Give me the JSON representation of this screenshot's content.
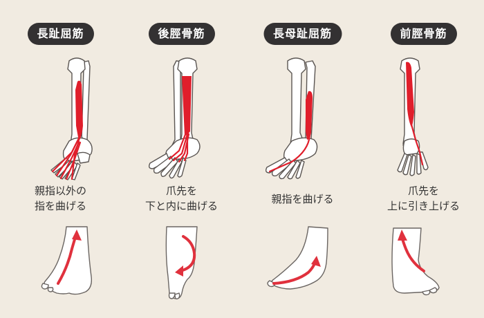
{
  "muscles": [
    {
      "name": "長趾屈筋",
      "desc": [
        "親指以外の",
        "指を曲げる"
      ]
    },
    {
      "name": "後脛骨筋",
      "desc": [
        "爪先を",
        "下と内に曲げる"
      ]
    },
    {
      "name": "長母趾屈筋",
      "desc": [
        "親指を曲げる"
      ]
    },
    {
      "name": "前脛骨筋",
      "desc": [
        "爪先を",
        "上に引き上げる"
      ]
    }
  ],
  "colors": {
    "background": "#f1ebe1",
    "label_bg": "#333132",
    "muscle": "#e01e2b",
    "arrow": "#e0313d"
  }
}
